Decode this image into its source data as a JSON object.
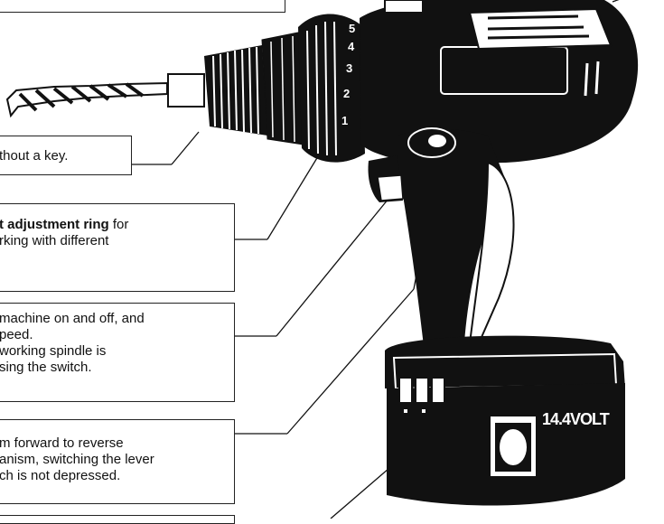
{
  "callouts": {
    "chuck": {
      "line1": "thout a key."
    },
    "torque": {
      "bold": "t adjustment ring",
      "after_bold": " for",
      "line2": "rking with different"
    },
    "switch": {
      "line1": "machine on and off, and",
      "line2": "peed.",
      "line3": "working spindle is",
      "line4": "sing the switch."
    },
    "reverse": {
      "line1": "m forward to reverse",
      "line2": "anism, switching the lever",
      "line3": "ch is not depressed."
    }
  },
  "drill": {
    "battery_label": "14.4VOLT",
    "ring_numbers": [
      "1",
      "2",
      "3",
      "4",
      "5"
    ]
  },
  "colors": {
    "ink": "#111111",
    "paper": "#ffffff"
  }
}
